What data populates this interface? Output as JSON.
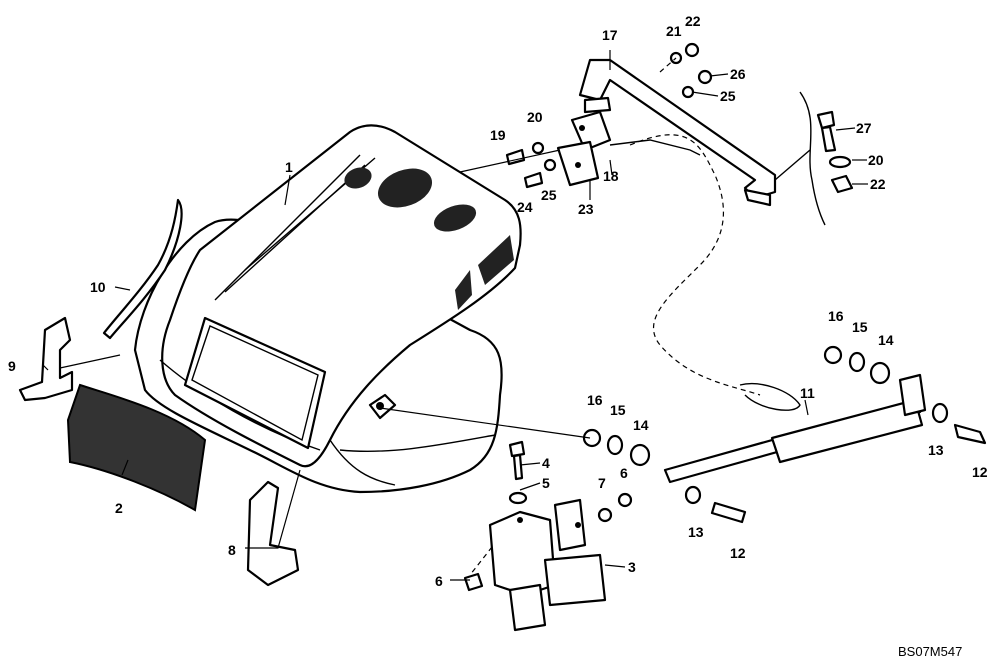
{
  "drawing": {
    "number": "BS07M547",
    "callouts": [
      {
        "id": "c1",
        "label": "1"
      },
      {
        "id": "c2",
        "label": "2"
      },
      {
        "id": "c3",
        "label": "3"
      },
      {
        "id": "c4",
        "label": "4"
      },
      {
        "id": "c5",
        "label": "5"
      },
      {
        "id": "c6a",
        "label": "6"
      },
      {
        "id": "c6b",
        "label": "6"
      },
      {
        "id": "c7",
        "label": "7"
      },
      {
        "id": "c8",
        "label": "8"
      },
      {
        "id": "c9",
        "label": "9"
      },
      {
        "id": "c10",
        "label": "10"
      },
      {
        "id": "c11",
        "label": "11"
      },
      {
        "id": "c12a",
        "label": "12"
      },
      {
        "id": "c12b",
        "label": "12"
      },
      {
        "id": "c13a",
        "label": "13"
      },
      {
        "id": "c13b",
        "label": "13"
      },
      {
        "id": "c14a",
        "label": "14"
      },
      {
        "id": "c14b",
        "label": "14"
      },
      {
        "id": "c15a",
        "label": "15"
      },
      {
        "id": "c15b",
        "label": "15"
      },
      {
        "id": "c16a",
        "label": "16"
      },
      {
        "id": "c16b",
        "label": "16"
      },
      {
        "id": "c17",
        "label": "17"
      },
      {
        "id": "c18",
        "label": "18"
      },
      {
        "id": "c19",
        "label": "19"
      },
      {
        "id": "c20a",
        "label": "20"
      },
      {
        "id": "c20b",
        "label": "20"
      },
      {
        "id": "c21",
        "label": "21"
      },
      {
        "id": "c22a",
        "label": "22"
      },
      {
        "id": "c22b",
        "label": "22"
      },
      {
        "id": "c23",
        "label": "23"
      },
      {
        "id": "c24",
        "label": "24"
      },
      {
        "id": "c25a",
        "label": "25"
      },
      {
        "id": "c25b",
        "label": "25"
      },
      {
        "id": "c26",
        "label": "26"
      },
      {
        "id": "c27",
        "label": "27"
      }
    ]
  }
}
